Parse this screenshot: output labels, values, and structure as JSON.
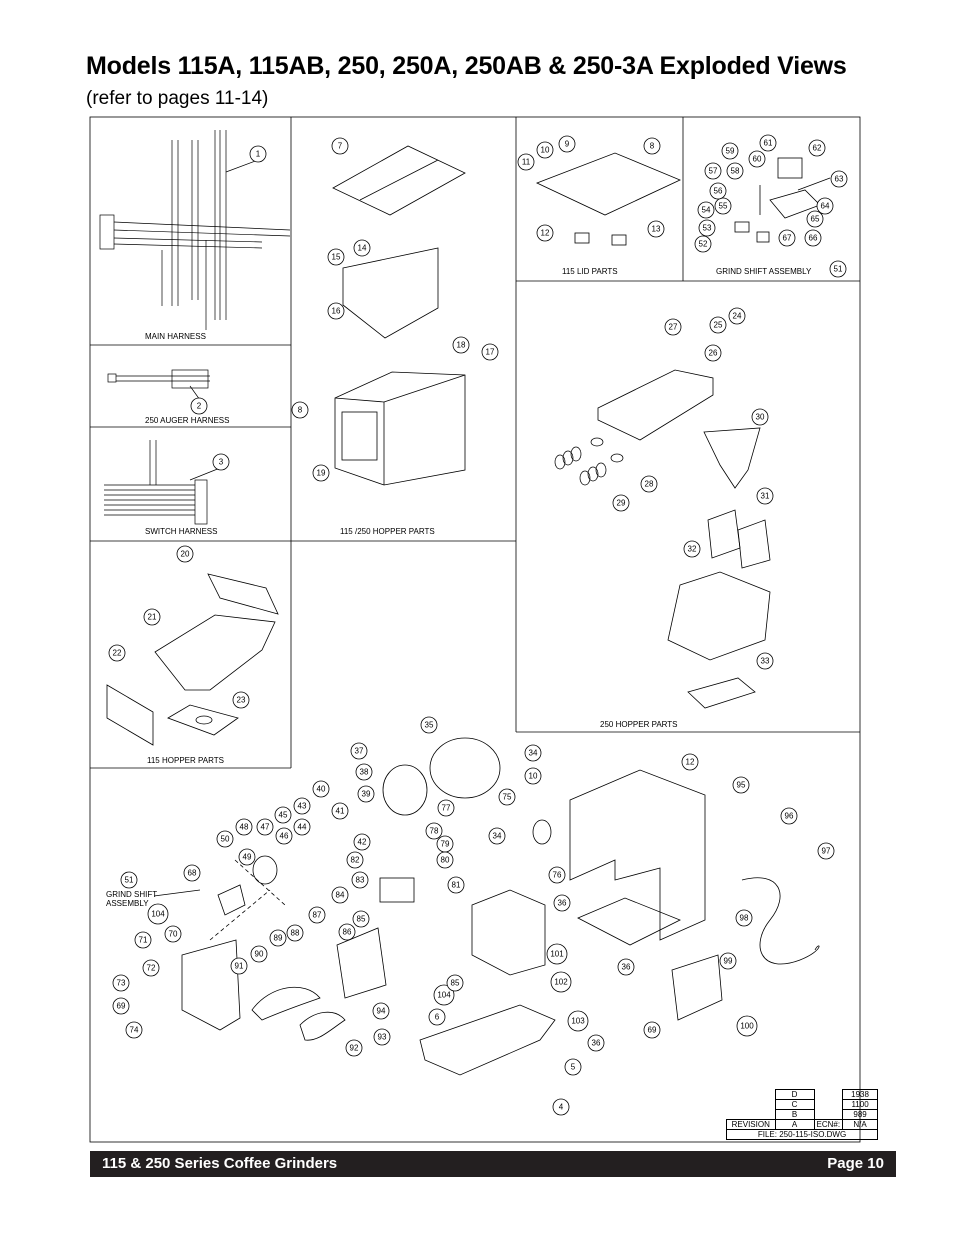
{
  "page": {
    "title": "Models 115A, 115AB, 250, 250A, 250AB & 250-3A Exploded Views",
    "subtitle": "(refer to pages 11-14)"
  },
  "panels": {
    "main_harness": "MAIN HARNESS",
    "auger_harness": "250 AUGER HARNESS",
    "switch_harness": "SWITCH HARNESS",
    "hopper_115_250": "115 /250 HOPPER PARTS",
    "lid_115": "115 LID PARTS",
    "grind_shift": "GRIND SHIFT ASSEMBLY",
    "hopper_115": "115 HOPPER PARTS",
    "hopper_250": "250 HOPPER PARTS",
    "grind_shift_main": "GRIND SHIFT\nASSEMBLY"
  },
  "callouts": [
    "1",
    "2",
    "3",
    "4",
    "5",
    "6",
    "7",
    "8",
    "9",
    "10",
    "11",
    "12",
    "13",
    "14",
    "15",
    "16",
    "17",
    "18",
    "19",
    "20",
    "21",
    "22",
    "23",
    "24",
    "25",
    "26",
    "27",
    "28",
    "29",
    "30",
    "31",
    "32",
    "33",
    "34",
    "35",
    "36",
    "37",
    "38",
    "39",
    "40",
    "41",
    "42",
    "43",
    "44",
    "45",
    "46",
    "47",
    "48",
    "49",
    "50",
    "51",
    "52",
    "53",
    "54",
    "55",
    "56",
    "57",
    "58",
    "59",
    "60",
    "61",
    "62",
    "63",
    "64",
    "65",
    "66",
    "67",
    "68",
    "69",
    "70",
    "71",
    "72",
    "73",
    "74",
    "75",
    "76",
    "77",
    "78",
    "79",
    "80",
    "81",
    "82",
    "83",
    "84",
    "85",
    "86",
    "87",
    "88",
    "89",
    "90",
    "91",
    "92",
    "93",
    "94",
    "95",
    "96",
    "97",
    "98",
    "99",
    "100",
    "101",
    "102",
    "103",
    "104"
  ],
  "revision": {
    "rows": [
      {
        "rev": "D",
        "ecn": "1938"
      },
      {
        "rev": "C",
        "ecn": "1100"
      },
      {
        "rev": "B",
        "ecn": "989"
      }
    ],
    "label_revision": "REVISION",
    "rev_a": "A",
    "label_ecn": "ECN#:",
    "ecn_a": "N/A",
    "file": "FILE: 250-115-ISO.DWG"
  },
  "footer": {
    "left": "115 & 250 Series Coffee Grinders",
    "right": "Page 10"
  }
}
